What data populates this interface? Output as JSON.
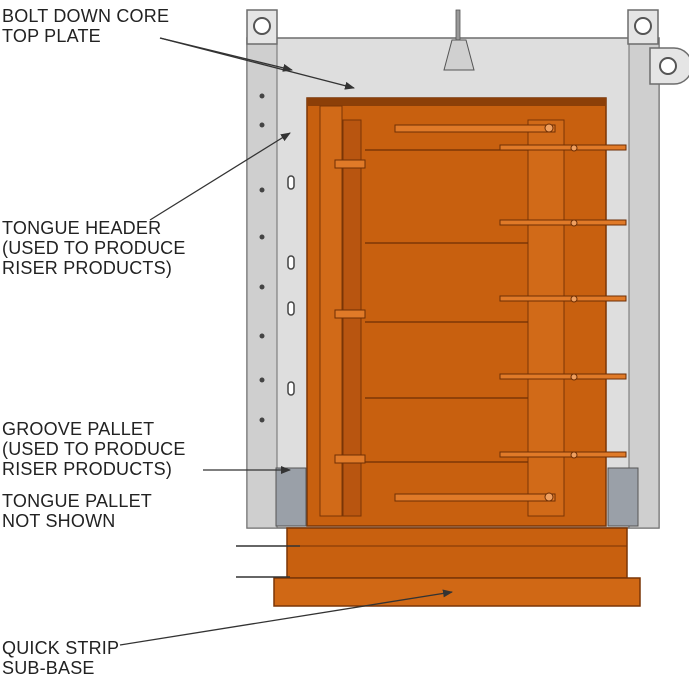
{
  "colors": {
    "frame": "#d9d9d9",
    "frame_edge": "#6d6d6d",
    "core": "#c8600f",
    "core_dark": "#8c3f08",
    "core_light": "#e27a24",
    "steel": "#9a9a9a",
    "leader": "#333333"
  },
  "labels": {
    "bolt_down_core_top_plate": {
      "line1": "BOLT DOWN CORE",
      "line2": "TOP PLATE"
    },
    "tongue_header": {
      "line1": "TONGUE HEADER",
      "line2": "(USED TO PRODUCE",
      "line3": "RISER PRODUCTS)"
    },
    "groove_pallet": {
      "line1": "GROOVE PALLET",
      "line2": "(USED TO PRODUCE",
      "line3": "RISER PRODUCTS)"
    },
    "tongue_pallet_note": {
      "line1": "TONGUE PALLET",
      "line2": "NOT SHOWN"
    },
    "quick_strip_sub_base": {
      "line1": "QUICK STRIP",
      "line2": "SUB-BASE"
    }
  }
}
